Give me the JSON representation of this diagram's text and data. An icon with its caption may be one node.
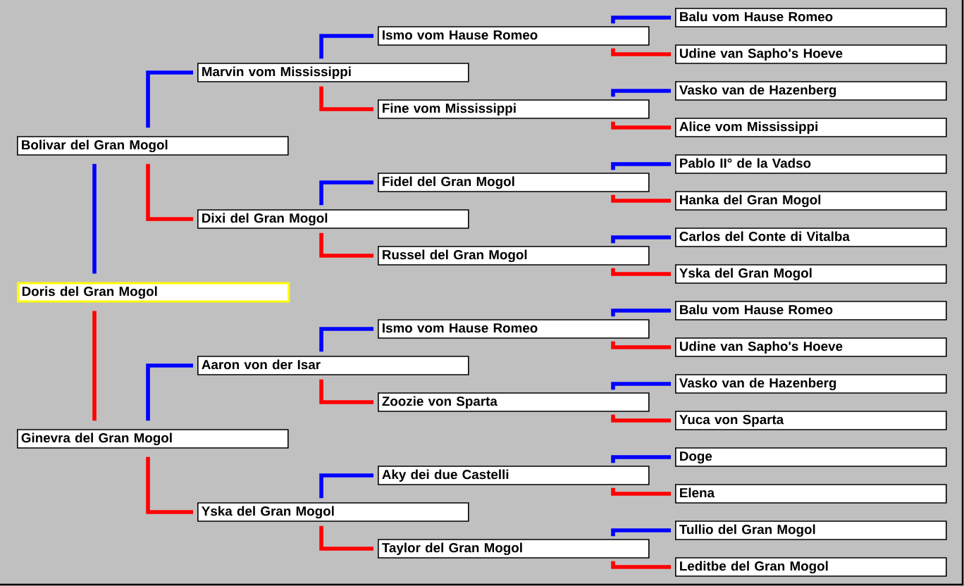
{
  "diagram": {
    "nodes": [
      {
        "text": [
          "Doris del Gran Mogol"
        ]
      },
      {
        "text": [
          "Bolivar del Gran Mogol"
        ]
      },
      {
        "text": [
          "Ginevra del Gran Mogol"
        ]
      },
      {
        "text": [
          "Marvin vom Mississippi"
        ]
      },
      {
        "text": [
          "Dixi del Gran Mogol"
        ]
      },
      {
        "text": [
          "Aaron von der Isar"
        ]
      },
      {
        "text": [
          "Yska del Gran Mogol"
        ]
      },
      {
        "text": [
          "Ismo vom Hause Romeo"
        ]
      },
      {
        "text": [
          "Fine vom Mississippi"
        ]
      },
      {
        "text": [
          "Fidel del Gran Mogol"
        ]
      },
      {
        "text": [
          "Russel del Gran Mogol"
        ]
      },
      {
        "text": [
          "Ismo vom Hause Romeo"
        ]
      },
      {
        "text": [
          "Zoozie von Sparta"
        ]
      },
      {
        "text": [
          "Aky dei due Castelli"
        ]
      },
      {
        "text": [
          "Taylor del Gran Mogol"
        ]
      },
      {
        "text": [
          "Balu vom Hause Romeo"
        ]
      },
      {
        "text": [
          "Udine van Sapho's Hoeve"
        ]
      },
      {
        "text": [
          "Vasko van de Hazenberg"
        ]
      },
      {
        "text": [
          "Alice vom Mississippi"
        ]
      },
      {
        "text": [
          "Pablo II° de la Vadso"
        ]
      },
      {
        "text": [
          "Hanka del Gran Mogol"
        ]
      },
      {
        "text": [
          "Carlos del Conte di Vitalba"
        ]
      },
      {
        "text": [
          "Yska del Gran Mogol"
        ]
      },
      {
        "text": [
          "Balu vom Hause Romeo"
        ]
      },
      {
        "text": [
          "Udine van Sapho's Hoeve"
        ]
      },
      {
        "text": [
          "Vasko van de Hazenberg"
        ]
      },
      {
        "text": [
          "Yuca von Sparta"
        ]
      },
      {
        "text": [
          "Doge"
        ]
      },
      {
        "text": [
          "Elena"
        ]
      },
      {
        "text": [
          "Tullio del Gran Mogol"
        ]
      },
      {
        "text": [
          "Leditbe del Gran Mogol"
        ]
      }
    ],
    "edges": [
      {
        "from": 0,
        "to": 1,
        "arrow": "none",
        "color": "#0000ff"
      },
      {
        "from": 0,
        "to": 2,
        "arrow": "none",
        "color": "#ff0000"
      },
      {
        "from": 1,
        "to": 3,
        "arrow": "none",
        "color": "#0000ff"
      },
      {
        "from": 1,
        "to": 4,
        "arrow": "none",
        "color": "#ff0000"
      },
      {
        "from": 2,
        "to": 5,
        "arrow": "none",
        "color": "#0000ff"
      },
      {
        "from": 2,
        "to": 6,
        "arrow": "none",
        "color": "#ff0000"
      },
      {
        "from": 3,
        "to": 7,
        "arrow": "none",
        "color": "#0000ff"
      },
      {
        "from": 3,
        "to": 8,
        "arrow": "none",
        "color": "#ff0000"
      },
      {
        "from": 4,
        "to": 9,
        "arrow": "none",
        "color": "#0000ff"
      },
      {
        "from": 4,
        "to": 10,
        "arrow": "none",
        "color": "#ff0000"
      },
      {
        "from": 5,
        "to": 11,
        "arrow": "none",
        "color": "#0000ff"
      },
      {
        "from": 5,
        "to": 12,
        "arrow": "none",
        "color": "#ff0000"
      },
      {
        "from": 6,
        "to": 13,
        "arrow": "none",
        "color": "#0000ff"
      },
      {
        "from": 6,
        "to": 14,
        "arrow": "none",
        "color": "#ff0000"
      },
      {
        "from": 7,
        "to": 15,
        "arrow": "none",
        "color": "#0000ff"
      },
      {
        "from": 7,
        "to": 16,
        "arrow": "none",
        "color": "#ff0000"
      },
      {
        "from": 8,
        "to": 17,
        "arrow": "none",
        "color": "#0000ff"
      },
      {
        "from": 8,
        "to": 18,
        "arrow": "none",
        "color": "#ff0000"
      },
      {
        "from": 9,
        "to": 19,
        "arrow": "none",
        "color": "#0000ff"
      },
      {
        "from": 9,
        "to": 20,
        "arrow": "none",
        "color": "#ff0000"
      },
      {
        "from": 10,
        "to": 21,
        "arrow": "none",
        "color": "#0000ff"
      },
      {
        "from": 10,
        "to": 22,
        "arrow": "none",
        "color": "#ff0000"
      },
      {
        "from": 11,
        "to": 23,
        "arrow": "none",
        "color": "#0000ff"
      },
      {
        "from": 11,
        "to": 24,
        "arrow": "none",
        "color": "#ff0000"
      },
      {
        "from": 12,
        "to": 25,
        "arrow": "none",
        "color": "#0000ff"
      },
      {
        "from": 12,
        "to": 26,
        "arrow": "none",
        "color": "#ff0000"
      },
      {
        "from": 13,
        "to": 27,
        "arrow": "none",
        "color": "#0000ff"
      },
      {
        "from": 13,
        "to": 28,
        "arrow": "none",
        "color": "#ff0000"
      },
      {
        "from": 14,
        "to": 29,
        "arrow": "none",
        "color": "#0000ff"
      },
      {
        "from": 14,
        "to": 30,
        "arrow": "none",
        "color": "#ff0000"
      }
    ]
  }
}
